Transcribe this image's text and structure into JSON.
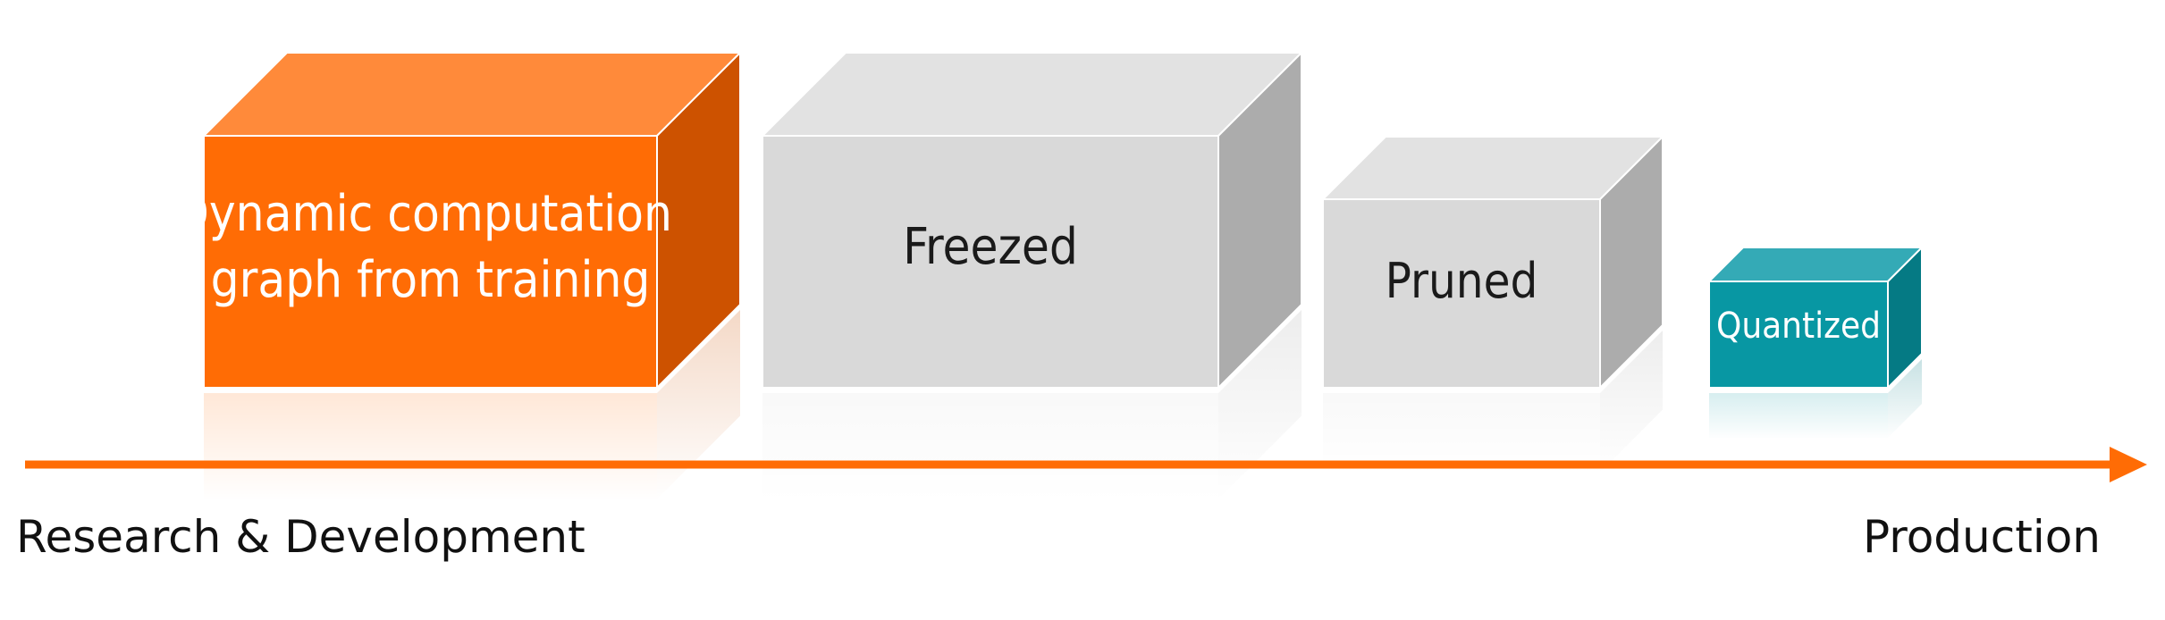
{
  "boxes": [
    {
      "id": "dynamic",
      "lines": [
        "Dynamic computation",
        "graph from training"
      ],
      "front_color": "#ff6c05",
      "top_color": "#ff8a3a",
      "side_color": "#cd5200",
      "text_color": "#ffffff"
    },
    {
      "id": "freezed",
      "lines": [
        "Freezed"
      ],
      "front_color": "#d9d9d9",
      "top_color": "#e2e2e2",
      "side_color": "#acacac",
      "text_color": "#1a1a1a"
    },
    {
      "id": "pruned",
      "lines": [
        "Pruned"
      ],
      "front_color": "#d9d9d9",
      "top_color": "#e2e2e2",
      "side_color": "#acacac",
      "text_color": "#1a1a1a"
    },
    {
      "id": "quantized",
      "lines": [
        "Quantized"
      ],
      "front_color": "#0897a3",
      "top_color": "#34aab6",
      "side_color": "#057a84",
      "text_color": "#ffffff"
    }
  ],
  "axis": {
    "start_label": "Research & Development",
    "end_label": "Production",
    "color": "#ff6c05"
  }
}
